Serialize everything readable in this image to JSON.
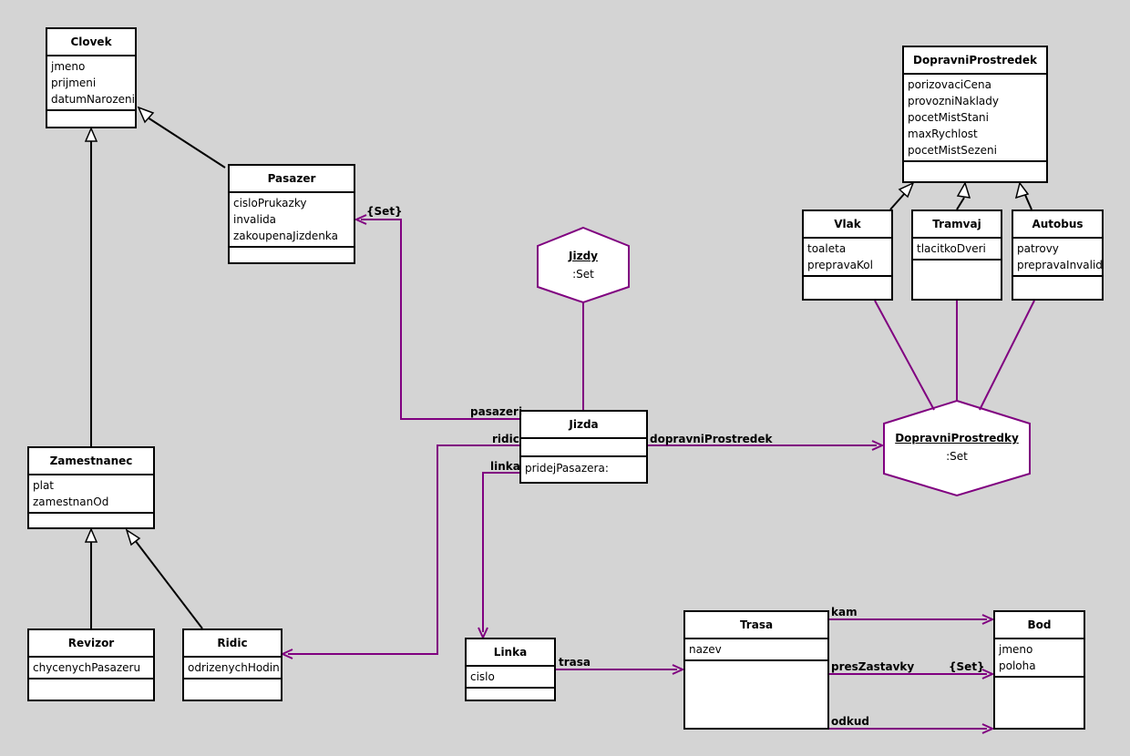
{
  "classes": {
    "clovek": {
      "name": "Clovek",
      "attrs": [
        "jmeno",
        "prijmeni",
        "datumNarozeni"
      ]
    },
    "pasazer": {
      "name": "Pasazer",
      "attrs": [
        "cisloPrukazky",
        "invalida",
        "zakoupenaJizdenka"
      ]
    },
    "zamestnanec": {
      "name": "Zamestnanec",
      "attrs": [
        "plat",
        "zamestnanOd"
      ]
    },
    "revizor": {
      "name": "Revizor",
      "attrs": [
        "chycenychPasazeru"
      ]
    },
    "ridic": {
      "name": "Ridic",
      "attrs": [
        "odrizenychHodin"
      ]
    },
    "jizda": {
      "name": "Jizda",
      "ops": [
        "pridejPasazera:"
      ]
    },
    "linka": {
      "name": "Linka",
      "attrs": [
        "cislo"
      ]
    },
    "trasa": {
      "name": "Trasa",
      "attrs": [
        "nazev"
      ]
    },
    "bod": {
      "name": "Bod",
      "attrs": [
        "jmeno",
        "poloha"
      ]
    },
    "dopravniProstredek": {
      "name": "DopravniProstredek",
      "attrs": [
        "porizovaciCena",
        "provozniNaklady",
        "pocetMistStani",
        "maxRychlost",
        "pocetMistSezeni"
      ]
    },
    "vlak": {
      "name": "Vlak",
      "attrs": [
        "toaleta",
        "prepravaKol"
      ]
    },
    "tramvaj": {
      "name": "Tramvaj",
      "attrs": [
        "tlacitkoDveri"
      ]
    },
    "autobus": {
      "name": "Autobus",
      "attrs": [
        "patrovy",
        "prepravaInvalid"
      ]
    }
  },
  "objects": {
    "jizdy": {
      "name": "Jizdy",
      "type": ":Set"
    },
    "prostredky": {
      "name": "DopravniProstredky",
      "type": ":Set"
    }
  },
  "labels": {
    "pasazeri": "pasazeri",
    "set1": "{Set}",
    "ridic": "ridic",
    "linka": "linka",
    "dopravniProstredek": "dopravniProstredek",
    "trasa": "trasa",
    "kam": "kam",
    "presZastavky": "presZastavky",
    "set2": "{Set}",
    "odkud": "odkud"
  },
  "colors": {
    "association": "#800080",
    "line": "#000000",
    "background": "#d4d4d4"
  }
}
